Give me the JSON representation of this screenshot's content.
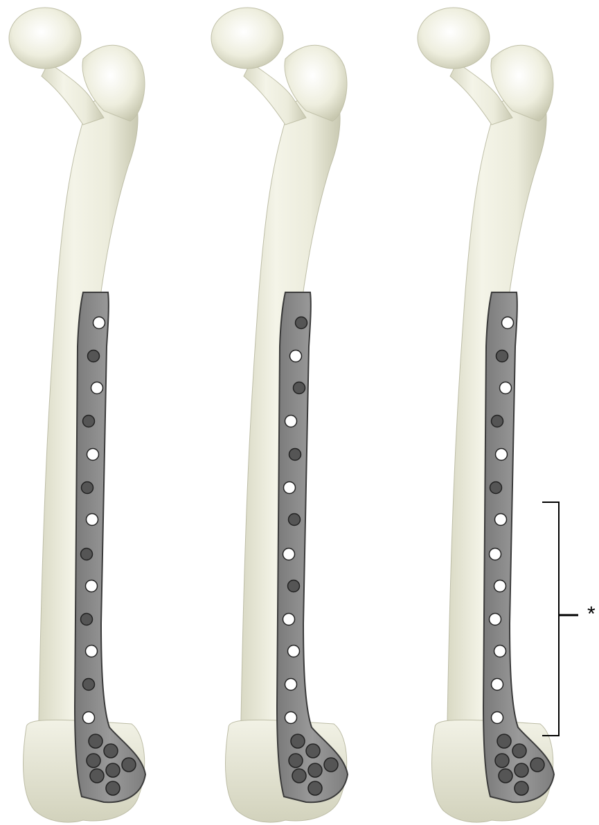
{
  "figure": {
    "panels": [
      {
        "id": "construct-1",
        "screw_pattern": [
          "empty",
          "filled",
          "empty",
          "filled",
          "empty",
          "filled",
          "empty",
          "filled",
          "empty",
          "filled",
          "empty",
          "filled",
          "empty"
        ]
      },
      {
        "id": "construct-2",
        "screw_pattern": [
          "filled",
          "empty",
          "filled",
          "empty",
          "filled",
          "empty",
          "filled",
          "empty",
          "filled",
          "empty",
          "empty",
          "empty",
          "empty"
        ]
      },
      {
        "id": "construct-3",
        "screw_pattern": [
          "empty",
          "filled",
          "empty",
          "filled",
          "empty",
          "filled",
          "empty",
          "empty",
          "empty",
          "empty",
          "empty",
          "empty",
          "empty"
        ]
      }
    ],
    "bracket_label": "*"
  },
  "colors": {
    "bone": "#efefe0",
    "bone_shadow": "#cfcfb8",
    "plate": "#8c8c8c",
    "plate_edge": "#3a3a3a",
    "screw_filled": "#555555",
    "screw_empty": "#ffffff"
  }
}
